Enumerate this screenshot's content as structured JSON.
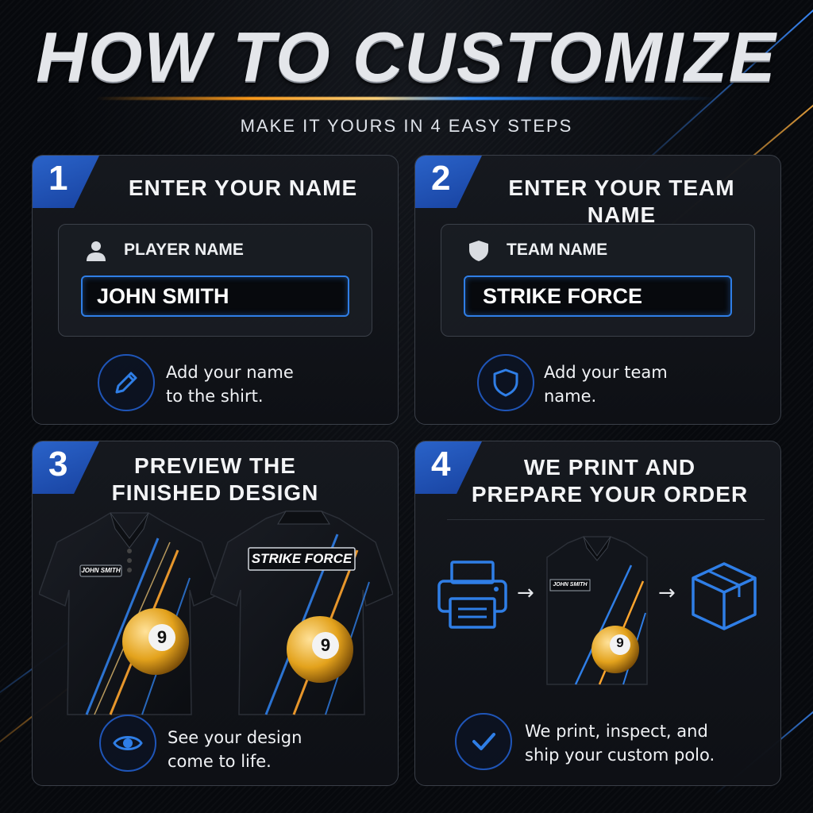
{
  "header": {
    "title": "HOW TO CUSTOMIZE",
    "subtitle": "MAKE IT YOURS IN 4 EASY STEPS"
  },
  "colors": {
    "accent_blue": "#2f7ee6",
    "badge_blue": "#1f52b5",
    "accent_orange": "#ff9b1a",
    "background": "#07090d"
  },
  "steps": [
    {
      "number": "1",
      "title": "ENTER YOUR NAME",
      "field_icon": "user-icon",
      "field_label": "PLAYER NAME",
      "field_value": "JOHN SMITH",
      "icon": "pencil-icon",
      "description_line1": "Add your name",
      "description_line2": "to the shirt."
    },
    {
      "number": "2",
      "title": "ENTER YOUR TEAM NAME",
      "field_icon": "shield-icon",
      "field_label": "TEAM NAME",
      "field_value": "STRIKE FORCE",
      "icon": "shield-outline-icon",
      "description_line1": "Add your team",
      "description_line2": "name."
    },
    {
      "number": "3",
      "title_line1": "PREVIEW THE",
      "title_line2": "FINISHED DESIGN",
      "front_name_plate": "JOHN SMITH",
      "back_name_plate": "STRIKE FORCE",
      "ball_number": "9",
      "icon": "eye-icon",
      "description_line1": "See your design",
      "description_line2": "come to life."
    },
    {
      "number": "4",
      "title_line1": "WE PRINT AND",
      "title_line2": "PREPARE YOUR ORDER",
      "flow_icons": [
        "printer-icon",
        "polo-shirt-icon",
        "box-icon"
      ],
      "shirt_name_plate": "JOHN SMITH",
      "ball_number": "9",
      "arrow": "→",
      "icon": "checkmark-icon",
      "description_line1": "We print, inspect, and",
      "description_line2": "ship your custom polo."
    }
  ]
}
